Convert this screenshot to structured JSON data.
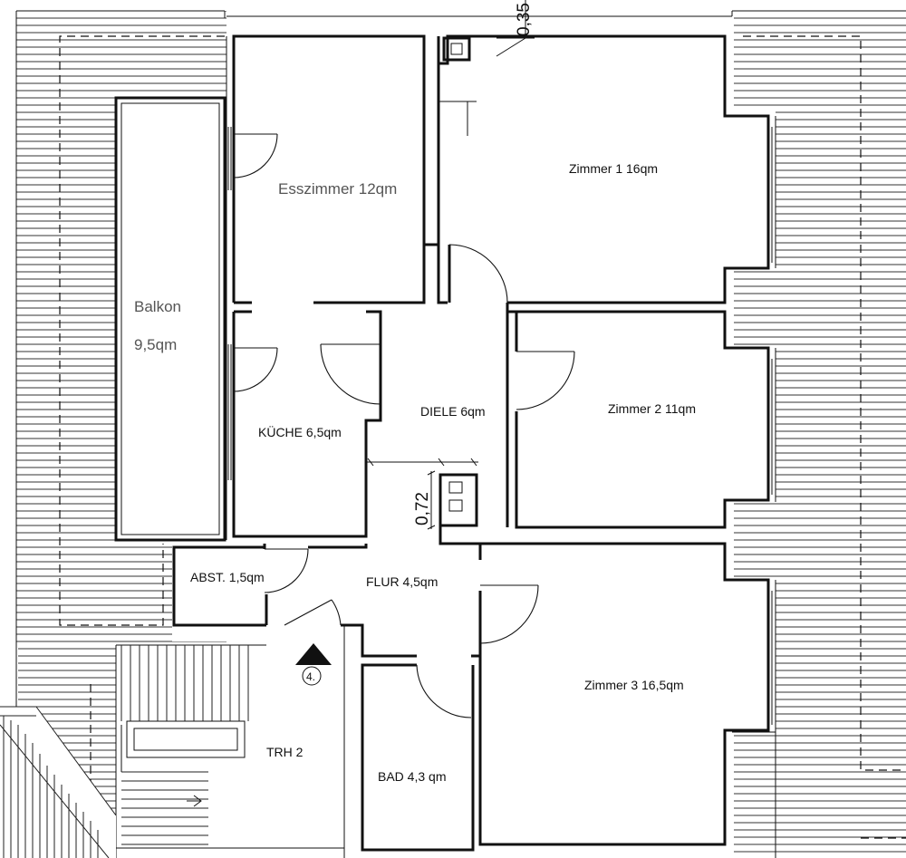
{
  "rooms": {
    "esszimmer": "Esszimmer 12qm",
    "balkon_name": "Balkon",
    "balkon_area": "9,5qm",
    "kueche": "KÜCHE 6,5qm",
    "diele": "DIELE 6qm",
    "zimmer1": "Zimmer 1 16qm",
    "zimmer2": "Zimmer 2 11qm",
    "zimmer3": "Zimmer 3 16,5qm",
    "abst": "ABST. 1,5qm",
    "flur": "FLUR 4,5qm",
    "bad": "BAD 4,3 qm",
    "trh": "TRH 2"
  },
  "dimensions": {
    "top": "0,35",
    "chimney": "0,72"
  },
  "markers": {
    "entrance_number": "4."
  }
}
